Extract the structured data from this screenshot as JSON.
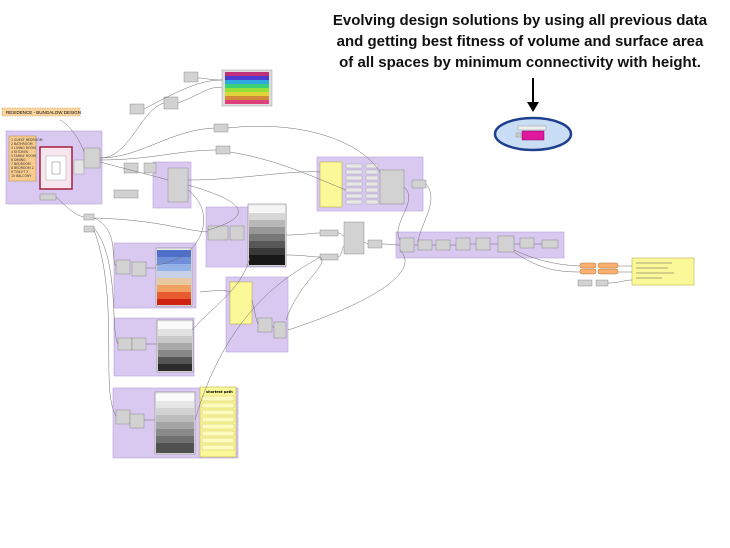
{
  "caption": {
    "line1": "Evolving design solutions by using all previous data",
    "line2": "and getting best fitness of volume and surface area",
    "line3": "of all spaces by minimum connectivity with height."
  },
  "project_title": "RESIDENCE - BUNGALOW DESIGN",
  "space_list": [
    "1 GUEST BEDROOM",
    "2 BATHROOM",
    "3 LIVING ROOM",
    "4 KITCHEN",
    "5 FAMILY ROOM",
    "6 DINING",
    "7 BEDROOM",
    "8 BEDROOM 2",
    "9 TOILET 3",
    "10 BALCONY"
  ],
  "connectivity_header": "shortest path",
  "colors": {
    "group": "#d9c8ef",
    "group_border": "#b9a2d8",
    "panel_yellow": "#fbf89a",
    "panel_orange": "#f9cc8e",
    "wire": "#6b6b6b",
    "node": "#d2d2d2",
    "ellipse_fill": "#c9def5",
    "ellipse_stroke": "#1f3f8f",
    "highlight": "#e0189e",
    "arrow": "#000000"
  }
}
